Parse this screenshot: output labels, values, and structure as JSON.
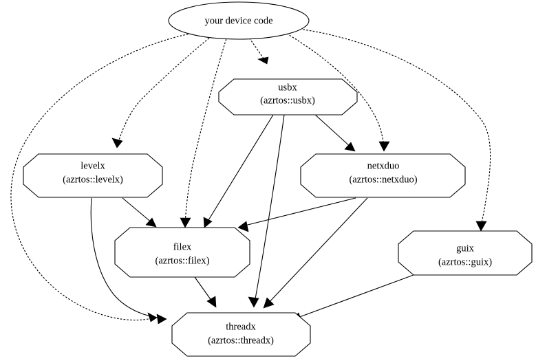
{
  "diagram": {
    "type": "dependency-graph",
    "title": "",
    "background_color": "#ffffff",
    "line_color": "#000000",
    "nodes": [
      {
        "id": "device",
        "shape": "ellipse",
        "label": "your device code",
        "sublabel": ""
      },
      {
        "id": "usbx",
        "shape": "octagon",
        "label": "usbx",
        "sublabel": "(azrtos::usbx)"
      },
      {
        "id": "levelx",
        "shape": "octagon",
        "label": "levelx",
        "sublabel": "(azrtos::levelx)"
      },
      {
        "id": "netxduo",
        "shape": "octagon",
        "label": "netxduo",
        "sublabel": "(azrtos::netxduo)"
      },
      {
        "id": "filex",
        "shape": "octagon",
        "label": "filex",
        "sublabel": "(azrtos::filex)"
      },
      {
        "id": "guix",
        "shape": "octagon",
        "label": "guix",
        "sublabel": "(azrtos::guix)"
      },
      {
        "id": "threadx",
        "shape": "octagon",
        "label": "threadx",
        "sublabel": "(azrtos::threadx)"
      }
    ],
    "edges": [
      {
        "from": "device",
        "to": "threadx",
        "style": "dotted"
      },
      {
        "from": "device",
        "to": "levelx",
        "style": "dotted"
      },
      {
        "from": "device",
        "to": "filex",
        "style": "dotted"
      },
      {
        "from": "device",
        "to": "usbx",
        "style": "dotted"
      },
      {
        "from": "device",
        "to": "netxduo",
        "style": "dotted"
      },
      {
        "from": "device",
        "to": "guix",
        "style": "dotted"
      },
      {
        "from": "usbx",
        "to": "filex",
        "style": "solid"
      },
      {
        "from": "usbx",
        "to": "threadx",
        "style": "solid"
      },
      {
        "from": "usbx",
        "to": "netxduo",
        "style": "solid"
      },
      {
        "from": "levelx",
        "to": "filex",
        "style": "solid"
      },
      {
        "from": "levelx",
        "to": "threadx",
        "style": "solid"
      },
      {
        "from": "netxduo",
        "to": "filex",
        "style": "solid"
      },
      {
        "from": "netxduo",
        "to": "threadx",
        "style": "solid"
      },
      {
        "from": "filex",
        "to": "threadx",
        "style": "solid"
      },
      {
        "from": "guix",
        "to": "threadx",
        "style": "solid"
      }
    ]
  }
}
